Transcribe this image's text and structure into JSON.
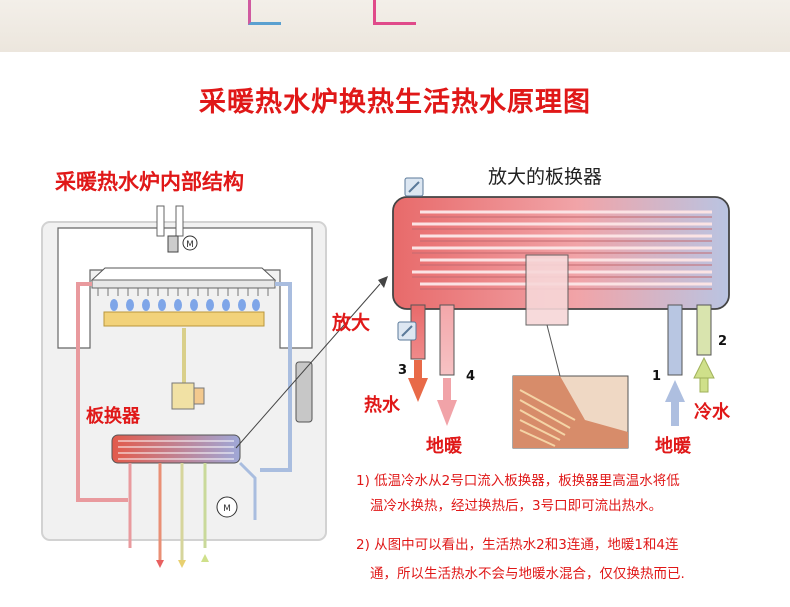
{
  "title": "采暖热水炉换热生活热水原理图",
  "left_panel": {
    "heading": "采暖热水炉内部结构",
    "label_exchanger": "板换器",
    "motor_label": "M"
  },
  "right_panel": {
    "heading": "放大的板换器",
    "zoom_label": "放大",
    "port_labels": [
      "3",
      "4",
      "1",
      "2"
    ],
    "hot_water": "热水",
    "floor_heat_left": "地暖",
    "floor_heat_right": "地暖",
    "cold_water": "冷水"
  },
  "notes": [
    "1) 低温冷水从2号口流入板换器，板换器里高温水将低",
    "温冷水换热，经过换热后，3号口即可流出热水。",
    "2) 从图中可以看出，生活热水2和3连通，地暖1和4连",
    "通，所以生活热水不会与地暖水混合，仅仅换热而已."
  ],
  "colors": {
    "accent_red": "#e01818",
    "hot_pipe": "#e8787a",
    "cold_pipe": "#9fb4d6",
    "fresh_pipe": "#c9d99a"
  }
}
